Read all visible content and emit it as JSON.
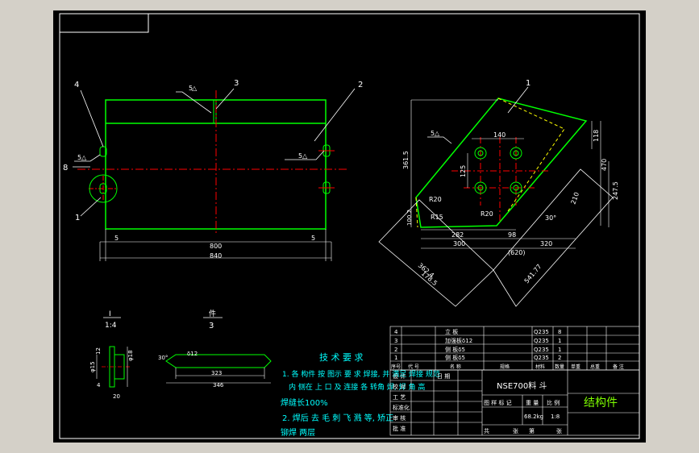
{
  "colors": {
    "background": "#000000",
    "frame": "#ffffff",
    "outline": "#00ff00",
    "centerline": "#ff0000",
    "dimension": "#ffffff",
    "text_cyan": "#00ffff",
    "hidden": "#ffff00"
  },
  "front_view": {
    "balloons": [
      "4",
      "3",
      "2",
      "8",
      "1"
    ],
    "weld_top": "5",
    "weld_left": "5",
    "weld_right": "5",
    "dim_left": "5",
    "dim_mid": "800",
    "dim_right": "5",
    "dim_total": "840"
  },
  "side_view": {
    "balloon": "1",
    "weld": "5",
    "dim_height": "361.5",
    "dim_140": "140",
    "dim_125": "125",
    "dim_118": "118",
    "dim_470": "470",
    "dim_247": "247.5",
    "dim_210": "210",
    "dim_r20a": "R20",
    "dim_r15": "R15",
    "dim_r20b": "R20",
    "dim_100": "100.2",
    "dim_282": "282",
    "dim_98": "98",
    "dim_300": "300",
    "dim_320": "320",
    "dim_620": "(620)",
    "dim_30": "30°",
    "dim_362": "362.4",
    "dim_178": "178.5",
    "dim_541": "541.77"
  },
  "detail_i": {
    "label": "I",
    "scale": "1:4",
    "d15": "φ15",
    "d18": "φ18",
    "dim4": "4",
    "dim20": "20",
    "dim12": "12"
  },
  "detail_part": {
    "label": "件",
    "number": "3",
    "angle": "30°",
    "thick": "δ12",
    "dim323": "323",
    "dim346": "346"
  },
  "tech_notes": {
    "title": "技 术 要 求",
    "line1": "1. 各 构件 按 图示 要 求 焊接, 并 满足 焊接 规范",
    "line2": "内 侧在 上 口 及 连接 各 转角 焊, 焊 角 高",
    "line3": "焊缝长100%",
    "line4": "2. 焊后 去 毛 刺 飞 溅 等, 矫正",
    "line5": "铆焊 两层"
  },
  "bom": [
    {
      "no": "4",
      "name": "立  板",
      "material": "Q235",
      "qty": "8"
    },
    {
      "no": "3",
      "name": "加强板δ12",
      "material": "Q235",
      "qty": "1"
    },
    {
      "no": "2",
      "name": "侧  板δ5",
      "material": "Q235",
      "qty": "1"
    },
    {
      "no": "1",
      "name": "侧  板δ5",
      "material": "Q235",
      "qty": "2"
    }
  ],
  "bom_header": {
    "no": "序号",
    "code": "代  号",
    "name": "名  称",
    "spec": "规格",
    "material": "材料",
    "qty": "数量",
    "unit_weight": "单重",
    "total_weight": "总重",
    "note": "备 注"
  },
  "title_block": {
    "drawing_name": "NSE700料 斗",
    "type": "结构件",
    "mark": "图 样 标 记",
    "weight": "重 量",
    "ratio": "比 例",
    "weight_value": "68.2kg",
    "scale": "1:8",
    "sheet": "共",
    "sheet_of": "张",
    "page": "第",
    "page_of": "张",
    "design": "设  计",
    "check": "校  对",
    "process": "工  艺",
    "standard": "标准化",
    "review": "审  核",
    "approve": "批  准",
    "date": "日  期"
  }
}
